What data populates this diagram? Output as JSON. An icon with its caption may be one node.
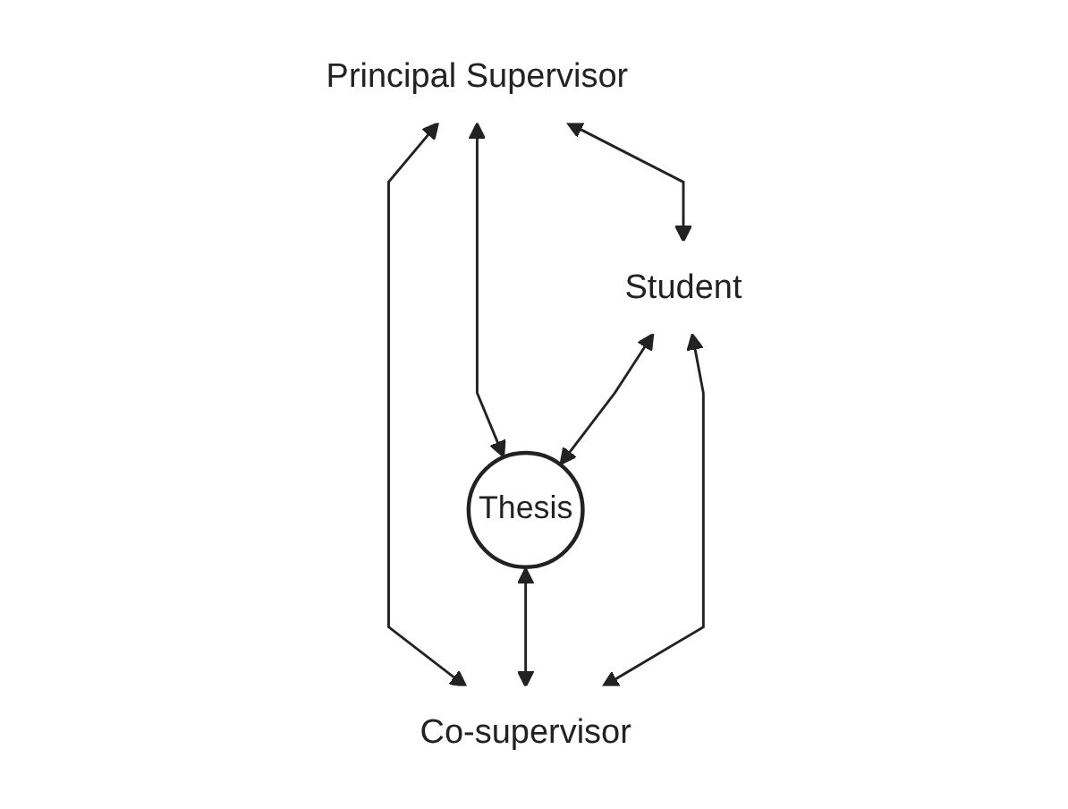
{
  "diagram": {
    "nodes": [
      {
        "text": [
          "Principal Supervisor"
        ]
      },
      {
        "text": [
          "Student"
        ]
      },
      {
        "text": [
          "Thesis"
        ]
      },
      {
        "text": [
          "Co-supervisor"
        ]
      }
    ],
    "edges": [
      {
        "from": 0,
        "to": 1,
        "arrow": "both"
      },
      {
        "from": 0,
        "to": 2,
        "arrow": "both"
      },
      {
        "from": 1,
        "to": 2,
        "arrow": "both"
      },
      {
        "from": 0,
        "to": 3,
        "arrow": "both"
      },
      {
        "from": 2,
        "to": 3,
        "arrow": "both"
      },
      {
        "from": 1,
        "to": 3,
        "arrow": "both"
      }
    ]
  }
}
